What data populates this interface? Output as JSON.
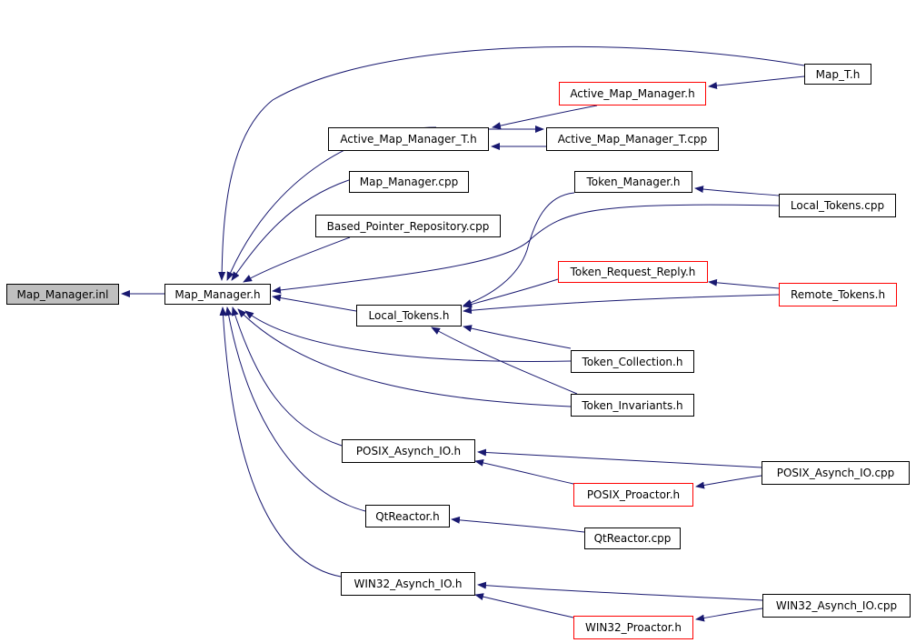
{
  "graph": {
    "edge_color": "#191970",
    "nodes": [
      {
        "id": "map_manager_inl",
        "label": "Map_Manager.inl",
        "style": "focus"
      },
      {
        "id": "map_manager_h",
        "label": "Map_Manager.h",
        "style": "normal"
      },
      {
        "id": "map_t_h",
        "label": "Map_T.h",
        "style": "normal"
      },
      {
        "id": "active_map_manager_h",
        "label": "Active_Map_Manager.h",
        "style": "red"
      },
      {
        "id": "active_map_manager_t_h",
        "label": "Active_Map_Manager_T.h",
        "style": "normal"
      },
      {
        "id": "active_map_manager_t_cpp",
        "label": "Active_Map_Manager_T.cpp",
        "style": "normal"
      },
      {
        "id": "map_manager_cpp",
        "label": "Map_Manager.cpp",
        "style": "normal"
      },
      {
        "id": "token_manager_h",
        "label": "Token_Manager.h",
        "style": "normal"
      },
      {
        "id": "local_tokens_cpp",
        "label": "Local_Tokens.cpp",
        "style": "normal"
      },
      {
        "id": "based_pointer_repository_cpp",
        "label": "Based_Pointer_Repository.cpp",
        "style": "normal"
      },
      {
        "id": "token_request_reply_h",
        "label": "Token_Request_Reply.h",
        "style": "red"
      },
      {
        "id": "remote_tokens_h",
        "label": "Remote_Tokens.h",
        "style": "red"
      },
      {
        "id": "local_tokens_h",
        "label": "Local_Tokens.h",
        "style": "normal"
      },
      {
        "id": "token_collection_h",
        "label": "Token_Collection.h",
        "style": "normal"
      },
      {
        "id": "token_invariants_h",
        "label": "Token_Invariants.h",
        "style": "normal"
      },
      {
        "id": "posix_asynch_io_h",
        "label": "POSIX_Asynch_IO.h",
        "style": "normal"
      },
      {
        "id": "posix_asynch_io_cpp",
        "label": "POSIX_Asynch_IO.cpp",
        "style": "normal"
      },
      {
        "id": "posix_proactor_h",
        "label": "POSIX_Proactor.h",
        "style": "red"
      },
      {
        "id": "qtreactor_h",
        "label": "QtReactor.h",
        "style": "normal"
      },
      {
        "id": "qtreactor_cpp",
        "label": "QtReactor.cpp",
        "style": "normal"
      },
      {
        "id": "win32_asynch_io_h",
        "label": "WIN32_Asynch_IO.h",
        "style": "normal"
      },
      {
        "id": "win32_asynch_io_cpp",
        "label": "WIN32_Asynch_IO.cpp",
        "style": "normal"
      },
      {
        "id": "win32_proactor_h",
        "label": "WIN32_Proactor.h",
        "style": "red"
      }
    ],
    "edges": [
      {
        "from": "map_manager_h",
        "to": "map_manager_inl"
      },
      {
        "from": "map_t_h",
        "to": "map_manager_h"
      },
      {
        "from": "map_t_h",
        "to": "active_map_manager_h"
      },
      {
        "from": "active_map_manager_h",
        "to": "active_map_manager_t_h"
      },
      {
        "from": "active_map_manager_t_h",
        "to": "map_manager_h"
      },
      {
        "from": "active_map_manager_t_h",
        "to": "active_map_manager_t_cpp"
      },
      {
        "from": "active_map_manager_t_cpp",
        "to": "active_map_manager_t_h"
      },
      {
        "from": "map_manager_cpp",
        "to": "map_manager_h"
      },
      {
        "from": "based_pointer_repository_cpp",
        "to": "map_manager_h"
      },
      {
        "from": "local_tokens_cpp",
        "to": "map_manager_h"
      },
      {
        "from": "local_tokens_cpp",
        "to": "token_manager_h"
      },
      {
        "from": "token_manager_h",
        "to": "local_tokens_h"
      },
      {
        "from": "local_tokens_h",
        "to": "map_manager_h"
      },
      {
        "from": "token_request_reply_h",
        "to": "local_tokens_h"
      },
      {
        "from": "remote_tokens_h",
        "to": "local_tokens_h"
      },
      {
        "from": "remote_tokens_h",
        "to": "token_request_reply_h"
      },
      {
        "from": "token_collection_h",
        "to": "local_tokens_h"
      },
      {
        "from": "token_collection_h",
        "to": "map_manager_h"
      },
      {
        "from": "token_invariants_h",
        "to": "local_tokens_h"
      },
      {
        "from": "token_invariants_h",
        "to": "map_manager_h"
      },
      {
        "from": "posix_asynch_io_h",
        "to": "map_manager_h"
      },
      {
        "from": "posix_asynch_io_cpp",
        "to": "posix_asynch_io_h"
      },
      {
        "from": "posix_proactor_h",
        "to": "posix_asynch_io_h"
      },
      {
        "from": "posix_asynch_io_cpp",
        "to": "posix_proactor_h"
      },
      {
        "from": "qtreactor_h",
        "to": "map_manager_h"
      },
      {
        "from": "qtreactor_cpp",
        "to": "qtreactor_h"
      },
      {
        "from": "win32_asynch_io_h",
        "to": "map_manager_h"
      },
      {
        "from": "win32_asynch_io_cpp",
        "to": "win32_asynch_io_h"
      },
      {
        "from": "win32_proactor_h",
        "to": "win32_asynch_io_h"
      },
      {
        "from": "win32_asynch_io_cpp",
        "to": "win32_proactor_h"
      }
    ]
  }
}
